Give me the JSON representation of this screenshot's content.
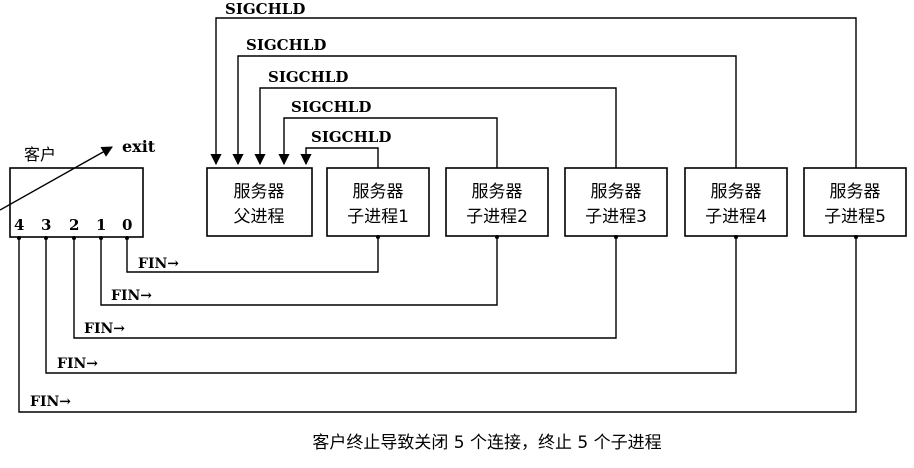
{
  "client": {
    "label": "客户",
    "exit_label": "exit",
    "ports": [
      "4",
      "3",
      "2",
      "1",
      "0"
    ]
  },
  "servers": [
    {
      "line1": "服务器",
      "line2": "父进程"
    },
    {
      "line1": "服务器",
      "line2": "子进程1"
    },
    {
      "line1": "服务器",
      "line2": "子进程2"
    },
    {
      "line1": "服务器",
      "line2": "子进程3"
    },
    {
      "line1": "服务器",
      "line2": "子进程4"
    },
    {
      "line1": "服务器",
      "line2": "子进程5"
    }
  ],
  "signals": [
    "SIGCHLD",
    "SIGCHLD",
    "SIGCHLD",
    "SIGCHLD",
    "SIGCHLD"
  ],
  "fin_labels": [
    "FIN→",
    "FIN→",
    "FIN→",
    "FIN→",
    "FIN→"
  ],
  "caption": "客户终止导致关闭 5 个连接，终止 5 个子进程"
}
